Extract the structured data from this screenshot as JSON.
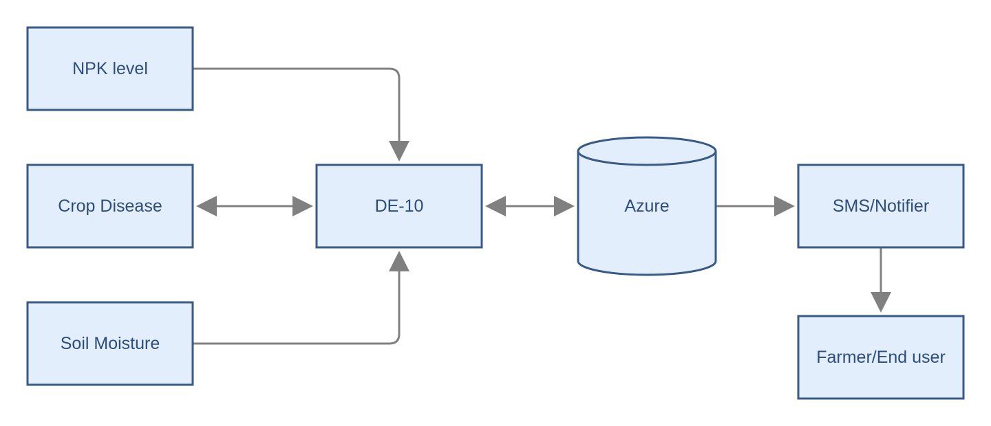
{
  "colors": {
    "node_fill": "#e2eefc",
    "node_stroke": "#3a5a86",
    "connector": "#808080",
    "label_text": "#2f4d7c"
  },
  "nodes": {
    "npk_level": {
      "label": "NPK level",
      "shape": "rectangle"
    },
    "crop_disease": {
      "label": "Crop Disease",
      "shape": "rectangle"
    },
    "soil_moisture": {
      "label": "Soil Moisture",
      "shape": "rectangle"
    },
    "de10": {
      "label": "DE-10",
      "shape": "rectangle"
    },
    "azure": {
      "label": "Azure",
      "shape": "cylinder"
    },
    "sms_notifier": {
      "label": "SMS/Notifier",
      "shape": "rectangle"
    },
    "farmer_end_user": {
      "label": "Farmer/End user",
      "shape": "rectangle"
    }
  },
  "edges": [
    {
      "from": "npk_level",
      "to": "de10",
      "direction": "one-way"
    },
    {
      "from": "crop_disease",
      "to": "de10",
      "direction": "two-way"
    },
    {
      "from": "soil_moisture",
      "to": "de10",
      "direction": "one-way"
    },
    {
      "from": "de10",
      "to": "azure",
      "direction": "two-way"
    },
    {
      "from": "azure",
      "to": "sms_notifier",
      "direction": "one-way"
    },
    {
      "from": "sms_notifier",
      "to": "farmer_end_user",
      "direction": "one-way"
    }
  ]
}
